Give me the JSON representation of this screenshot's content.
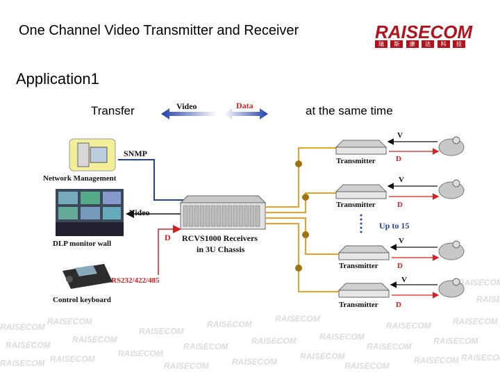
{
  "header": {
    "title": "One Channel Video Transmitter and Receiver",
    "subtitle": "Application1",
    "transfer_label": "Transfer",
    "same_time_label": "at the same time"
  },
  "logo": {
    "wordmark": "RAISECOM",
    "chinese": [
      "瑞",
      "斯",
      "康",
      "达",
      "科",
      "技"
    ]
  },
  "legend": {
    "video_label": "Video",
    "data_label": "Data"
  },
  "diagram": {
    "snmp_label": "SNMP",
    "network_management_label": "Network Management",
    "video_label": "Video",
    "d_label": "D",
    "dlp_label": "DLP monitor wall",
    "receivers_line1": "RCVS1000 Receivers",
    "receivers_line2": "in 3U Chassis",
    "rs232_label": "RS232/422/485",
    "control_keyboard_label": "Control keyboard",
    "up_to_label": "Up to 15",
    "transmitters": [
      {
        "label": "Transmitter",
        "v": "V",
        "d": "D"
      },
      {
        "label": "Transmitter",
        "v": "V",
        "d": "D"
      },
      {
        "label": "Transmitter",
        "v": "V",
        "d": "D"
      },
      {
        "label": "Transmitter",
        "v": "V",
        "d": "D"
      }
    ]
  },
  "watermark": "RAISECOM",
  "colors": {
    "brand_red": "#b2121b",
    "video_blue": "#1f3fae",
    "data_red": "#d81e1e",
    "fiber_orange": "#f0a020"
  }
}
